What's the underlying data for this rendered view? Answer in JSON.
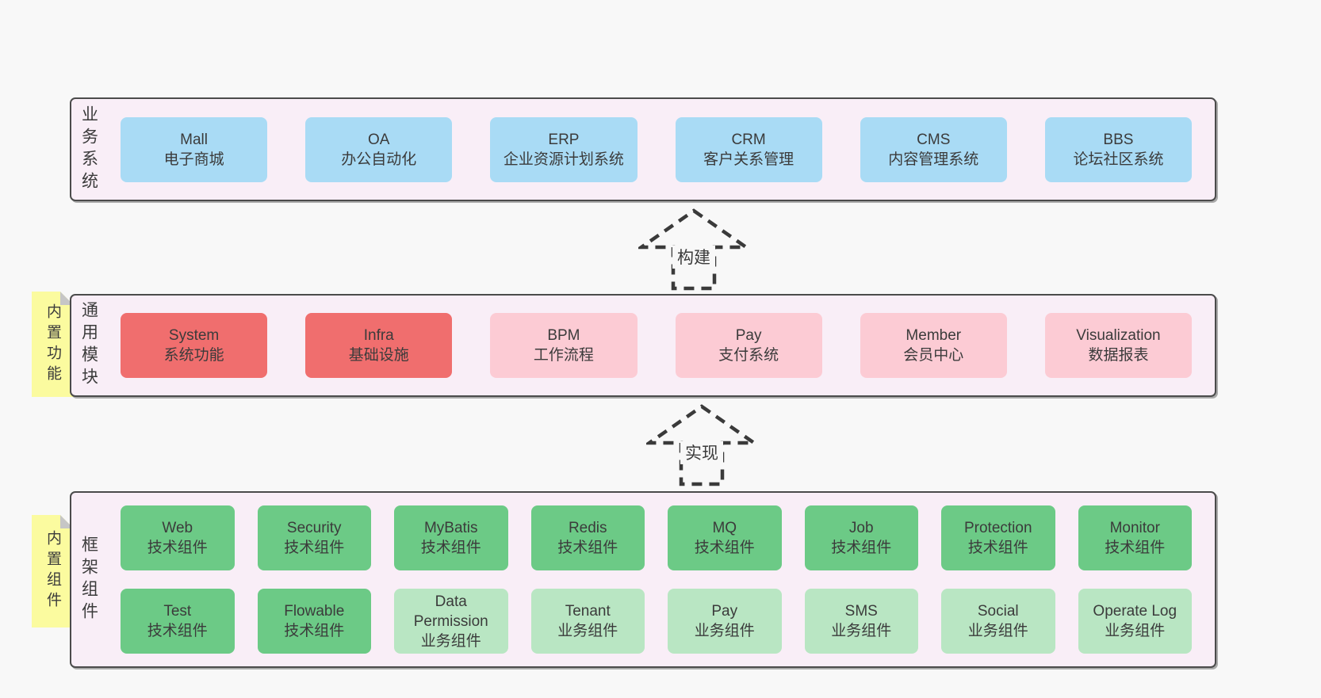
{
  "colors": {
    "page_bg": "#f8f8f8",
    "band_bg": "#f9eef7",
    "band_border": "#4b4b4b",
    "box_blue": "#a9dbf5",
    "box_red": "#f06e6e",
    "box_pink": "#fccbd4",
    "box_green": "#6cca86",
    "box_light_green": "#b9e6c3",
    "sticky_yellow": "#fbfb9f",
    "sticky_fold": "#c6c6c6",
    "text": "#3b3b3b"
  },
  "arrows": [
    {
      "label": "构建"
    },
    {
      "label": "实现"
    }
  ],
  "bands": [
    {
      "label": "业务系统",
      "boxes": [
        {
          "name": "Mall",
          "desc": "电子商城"
        },
        {
          "name": "OA",
          "desc": "办公自动化"
        },
        {
          "name": "ERP",
          "desc": "企业资源计划系统"
        },
        {
          "name": "CRM",
          "desc": "客户关系管理"
        },
        {
          "name": "CMS",
          "desc": "内容管理系统"
        },
        {
          "name": "BBS",
          "desc": "论坛社区系统"
        }
      ]
    },
    {
      "label": "通用模块",
      "sticky": "内置功能",
      "boxes": [
        {
          "name": "System",
          "desc": "系统功能"
        },
        {
          "name": "Infra",
          "desc": "基础设施"
        },
        {
          "name": "BPM",
          "desc": "工作流程"
        },
        {
          "name": "Pay",
          "desc": "支付系统"
        },
        {
          "name": "Member",
          "desc": "会员中心"
        },
        {
          "name": "Visualization",
          "desc": "数据报表"
        }
      ]
    },
    {
      "label": "框架组件",
      "sticky": "内置组件",
      "rows": [
        [
          {
            "name": "Web",
            "desc": "技术组件"
          },
          {
            "name": "Security",
            "desc": "技术组件"
          },
          {
            "name": "MyBatis",
            "desc": "技术组件"
          },
          {
            "name": "Redis",
            "desc": "技术组件"
          },
          {
            "name": "MQ",
            "desc": "技术组件"
          },
          {
            "name": "Job",
            "desc": "技术组件"
          },
          {
            "name": "Protection",
            "desc": "技术组件"
          },
          {
            "name": "Monitor",
            "desc": "技术组件"
          }
        ],
        [
          {
            "name": "Test",
            "desc": "技术组件"
          },
          {
            "name": "Flowable",
            "desc": "技术组件"
          },
          {
            "name": "Data Permission",
            "desc": "业务组件"
          },
          {
            "name": "Tenant",
            "desc": "业务组件"
          },
          {
            "name": "Pay",
            "desc": "业务组件"
          },
          {
            "name": "SMS",
            "desc": "业务组件"
          },
          {
            "name": "Social",
            "desc": "业务组件"
          },
          {
            "name": "Operate Log",
            "desc": "业务组件"
          }
        ]
      ]
    }
  ]
}
